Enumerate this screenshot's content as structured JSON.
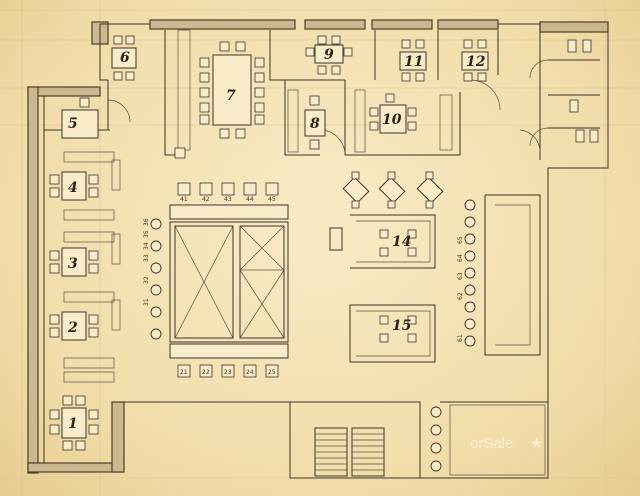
{
  "tables": [
    {
      "id": "t6",
      "label": "6"
    },
    {
      "id": "t7",
      "label": "7"
    },
    {
      "id": "t8",
      "label": "8"
    },
    {
      "id": "t9",
      "label": "9"
    },
    {
      "id": "t10",
      "label": "10"
    },
    {
      "id": "t11",
      "label": "11"
    },
    {
      "id": "t12",
      "label": "12"
    },
    {
      "id": "t5",
      "label": "5"
    },
    {
      "id": "t4",
      "label": "4"
    },
    {
      "id": "t3",
      "label": "3"
    },
    {
      "id": "t2",
      "label": "2"
    },
    {
      "id": "t1",
      "label": "1"
    },
    {
      "id": "t14",
      "label": "14"
    },
    {
      "id": "t15",
      "label": "15"
    }
  ],
  "seat_numbers": {
    "top_row": [
      "41",
      "42",
      "43",
      "44",
      "45"
    ],
    "bottom_row": [
      "21",
      "22",
      "23",
      "24",
      "25"
    ],
    "left_column": [
      "31",
      "32",
      "33",
      "34",
      "35",
      "36"
    ],
    "bar_column": [
      "61",
      "62",
      "63",
      "64",
      "65"
    ]
  },
  "watermark": "orSale",
  "colors": {
    "paper": "#f3e2b4",
    "ink": "#3c3328",
    "wall": "#cdb78f"
  }
}
